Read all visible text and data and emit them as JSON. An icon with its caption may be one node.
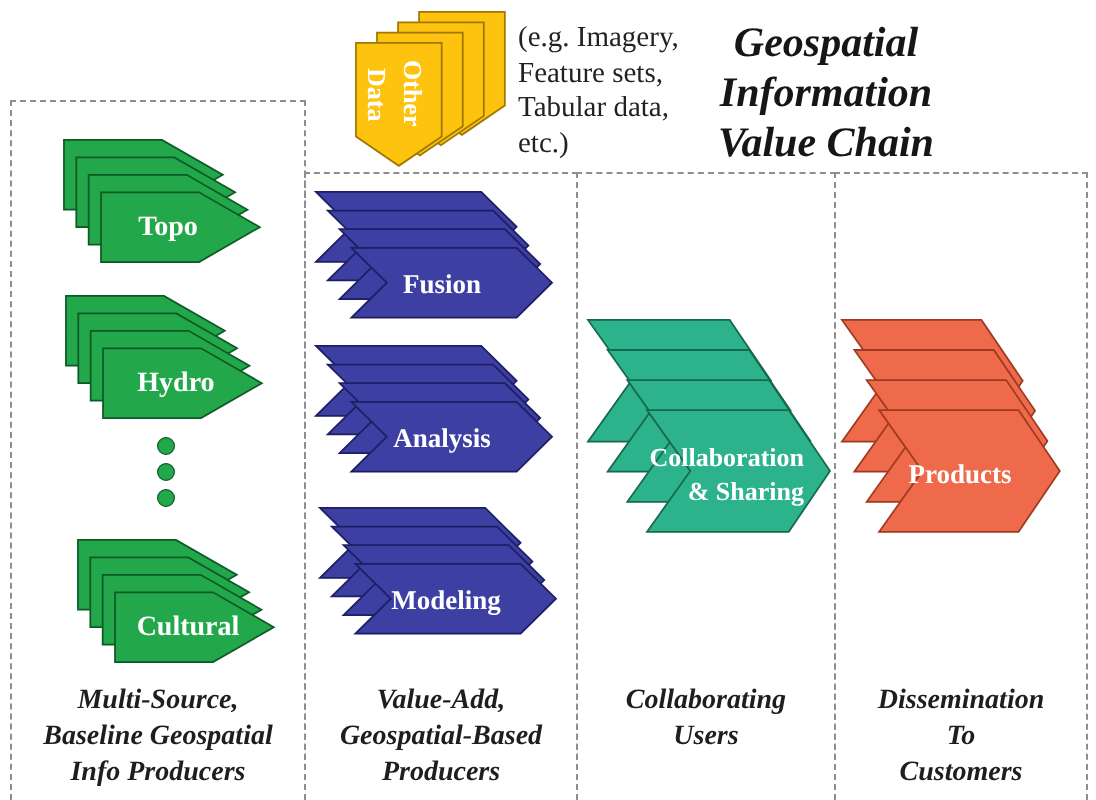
{
  "diagram": {
    "title": "Geospatial Information Value Chain",
    "nodes": [
      {
        "text": [
          "Other Data"
        ],
        "beside": [
          "(e.g. Imagery, Feature sets, Tabular data, etc.)"
        ]
      },
      {
        "text": [
          "Multi-Source, Baseline Geospatial Info Producers"
        ]
      },
      {
        "text": [
          "Topo"
        ],
        "in": 1
      },
      {
        "text": [
          "Hydro"
        ],
        "in": 1
      },
      {
        "text": [
          "Cultural"
        ],
        "in": 1
      },
      {
        "text": [
          "Value-Add, Geospatial-Based Producers"
        ]
      },
      {
        "text": [
          "Fusion"
        ],
        "in": 5
      },
      {
        "text": [
          "Analysis"
        ],
        "in": 5
      },
      {
        "text": [
          "Modeling"
        ],
        "in": 5
      },
      {
        "text": [
          "Collaborating Users"
        ]
      },
      {
        "text": [
          "Collaboration & Sharing"
        ],
        "in": 9
      },
      {
        "text": [
          "Dissemination To Customers"
        ]
      },
      {
        "text": [
          "Products"
        ],
        "in": 11
      }
    ]
  }
}
